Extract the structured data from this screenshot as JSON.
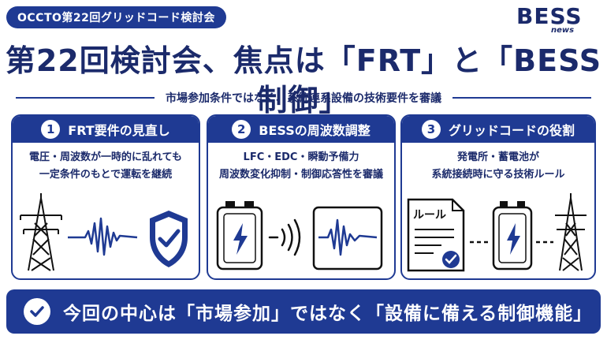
{
  "header": {
    "badge": "OCCTO第22回グリッドコード検討会",
    "logo_text": "BESS",
    "logo_sub": "news"
  },
  "title": "第22回検討会、焦点は「FRT」と「BESS制御」",
  "subtitle": "市場参加条件ではなく、系統連系設備の技術要件を審議",
  "cards": [
    {
      "number": "1",
      "title": "FRT要件の見直し",
      "lines": [
        "電圧・周波数が一時的に乱れても",
        "一定条件のもとで運転を継続"
      ],
      "icons": [
        "transmission-tower-icon",
        "waveform-icon",
        "shield-check-icon"
      ]
    },
    {
      "number": "2",
      "title": "BESSの周波数調整",
      "lines": [
        "LFC・EDC・瞬動予備力",
        "周波数変化抑制・制御応答性を審議"
      ],
      "icons": [
        "battery-icon",
        "signal-icon",
        "monitor-wave-icon"
      ]
    },
    {
      "number": "3",
      "title": "グリッドコードの役割",
      "lines": [
        "発電所・蓄電池が",
        "系統接続時に守る技術ルール"
      ],
      "doc_label": "ルール",
      "icons": [
        "rule-document-icon",
        "battery-icon",
        "transmission-tower-icon"
      ]
    }
  ],
  "bottom": {
    "text": "今回の中心は「市場参加」ではなく「設備に備える制御機能」"
  },
  "colors": {
    "navy": "#1f3a93",
    "text": "#1b2a6b",
    "white": "#ffffff"
  }
}
